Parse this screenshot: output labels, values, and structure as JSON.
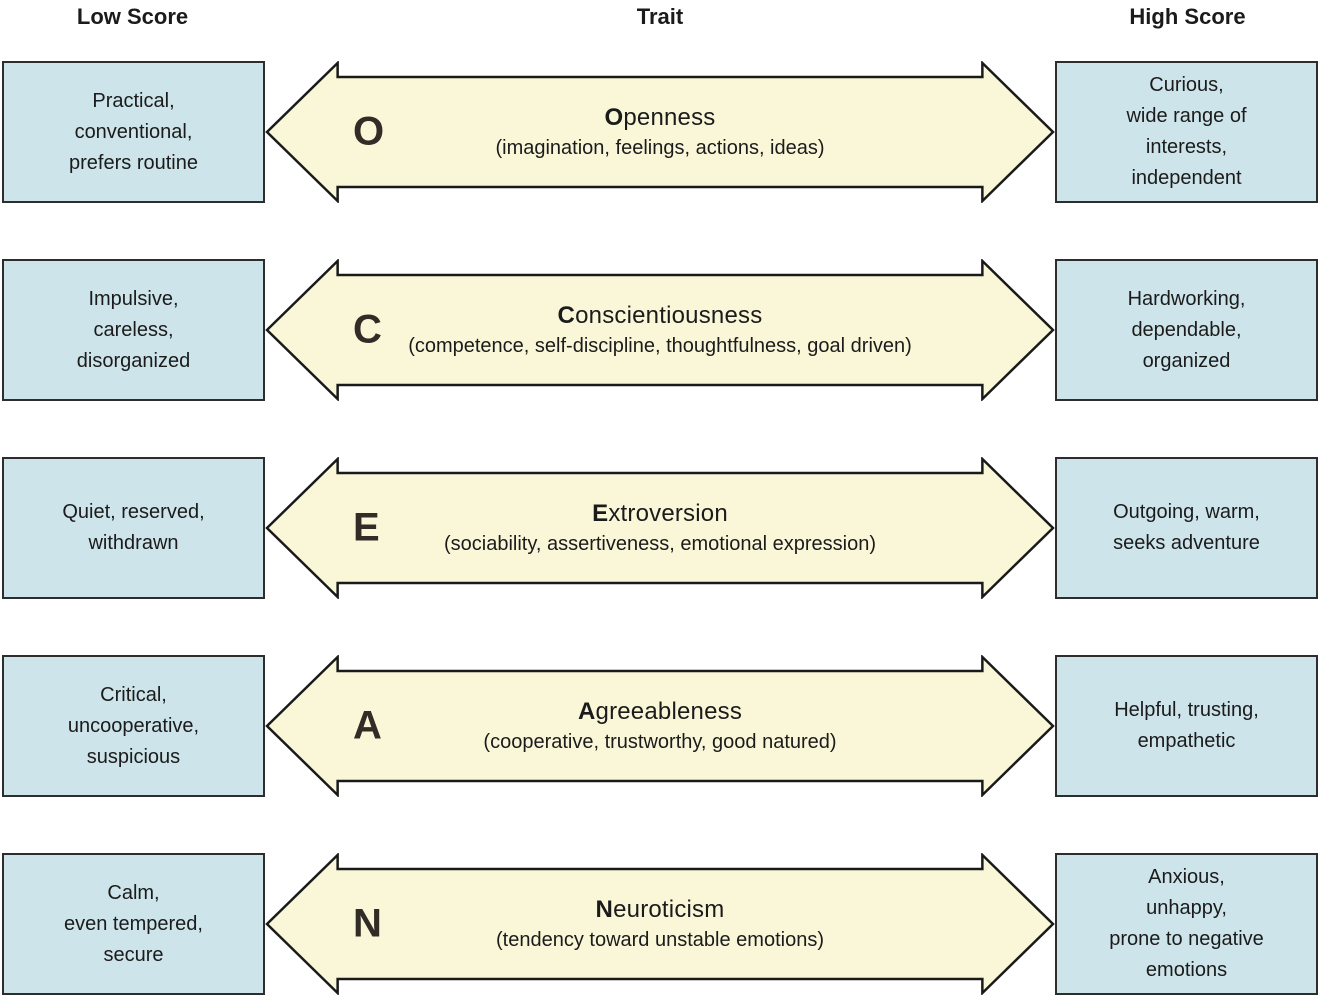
{
  "header": {
    "low": "Low Score",
    "trait": "Trait",
    "high": "High Score"
  },
  "colors": {
    "score_box_fill": "#cde4ea",
    "score_box_border": "#2d2d2d",
    "arrow_fill": "#faf7d9",
    "arrow_border": "#1a1a1a",
    "text": "#1b1b1b"
  },
  "rows": [
    {
      "letter": "O",
      "trait_first": "O",
      "trait_rest": "penness",
      "subtitle": "(imagination, feelings, actions, ideas)",
      "low": "Practical,\nconventional,\nprefers routine",
      "high": "Curious,\nwide range of\ninterests,\nindependent"
    },
    {
      "letter": "C",
      "trait_first": "C",
      "trait_rest": "onscientiousness",
      "subtitle": "(competence, self-discipline, thoughtfulness, goal driven)",
      "low": "Impulsive,\ncareless,\ndisorganized",
      "high": "Hardworking,\ndependable,\norganized"
    },
    {
      "letter": "E",
      "trait_first": "E",
      "trait_rest": "xtroversion",
      "subtitle": "(sociability, assertiveness, emotional expression)",
      "low": "Quiet, reserved,\nwithdrawn",
      "high": "Outgoing, warm,\nseeks adventure"
    },
    {
      "letter": "A",
      "trait_first": "A",
      "trait_rest": "greeableness",
      "subtitle": "(cooperative, trustworthy, good natured)",
      "low": "Critical,\nuncooperative,\nsuspicious",
      "high": "Helpful, trusting,\nempathetic"
    },
    {
      "letter": "N",
      "trait_first": "N",
      "trait_rest": "euroticism",
      "subtitle": "(tendency toward unstable emotions)",
      "low": "Calm,\neven tempered,\nsecure",
      "high": "Anxious,\nunhappy,\nprone to negative\nemotions"
    }
  ]
}
